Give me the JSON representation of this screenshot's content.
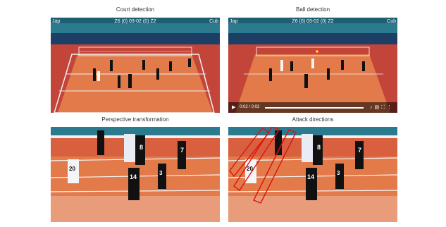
{
  "panels": [
    {
      "caption": "Court detection",
      "hud_left": "Jap",
      "hud_center": "Z6 (0) 03-02 (0) Z2",
      "hud_right": "Cub"
    },
    {
      "caption": "Ball detection",
      "hud_left": "Jap",
      "hud_center": "Z6 (0) 03-02 (0) Z2",
      "hud_right": "Cub",
      "video_time": "0:02 / 0:02",
      "progress": 1.0
    },
    {
      "caption": "Perspective transformation",
      "player_numbers": [
        "8",
        "7",
        "20",
        "14",
        "3"
      ]
    },
    {
      "caption": "Attack directions",
      "player_numbers": [
        "8",
        "7",
        "20",
        "14",
        "3"
      ]
    }
  ],
  "colors": {
    "court_line_overlay": "#f0f0f0",
    "attack_arrow": "#e01010",
    "court_floor": "#e27a4a",
    "free_zone": "#c3453a",
    "crowd_band": "#2b7a8e"
  },
  "icons": {
    "play": "play-icon",
    "volume": "volume-icon",
    "captions": "captions-icon",
    "fullscreen": "fullscreen-icon",
    "more": "more-icon"
  }
}
